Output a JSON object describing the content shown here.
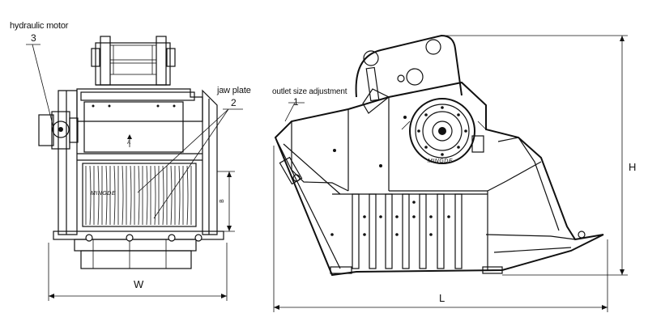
{
  "labels": {
    "hydraulic_motor": "hydraulic motor",
    "jaw_plate": "jaw plate",
    "outlet_size_adjustment": "outlet size adjustment"
  },
  "callout_numbers": {
    "n1": "1",
    "n2": "2",
    "n3": "3"
  },
  "dimensions": {
    "width": "W",
    "length": "L",
    "height": "H",
    "a": "A",
    "b": "B"
  },
  "brand_marks": {
    "front": "MINGDE",
    "side": "MINGDE"
  }
}
